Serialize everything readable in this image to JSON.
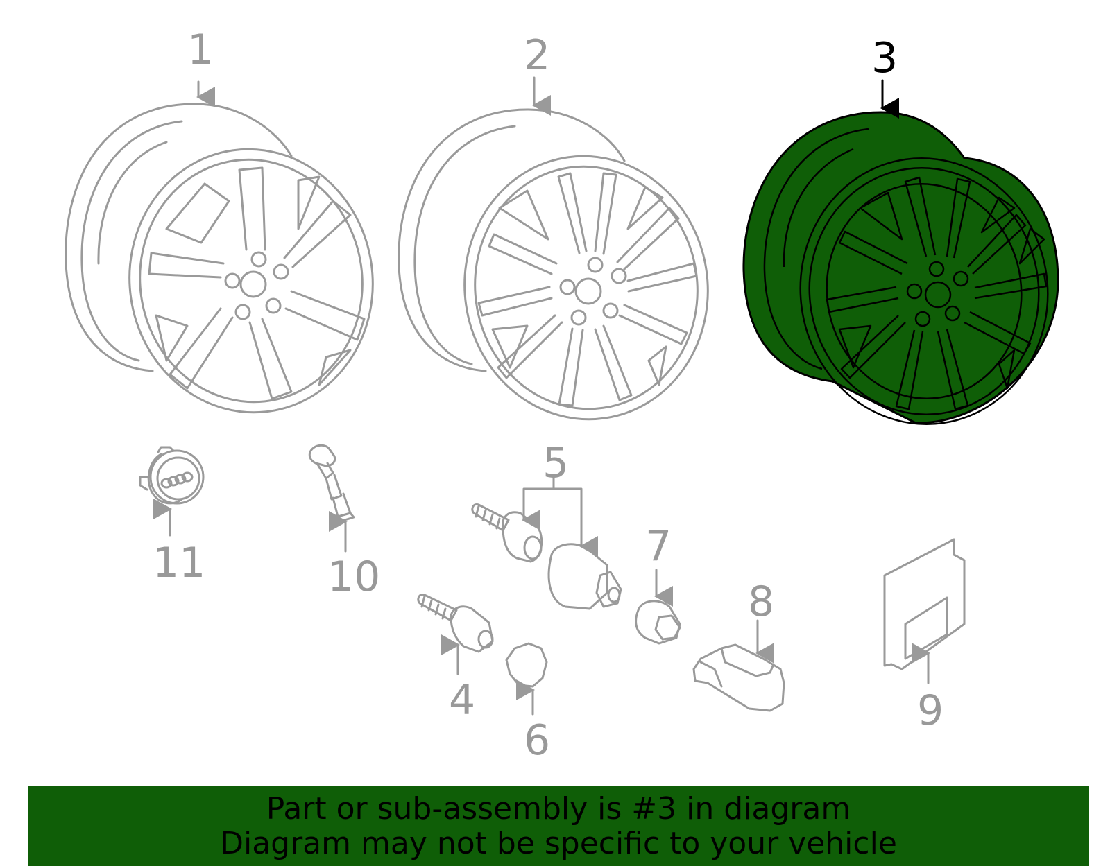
{
  "callouts": {
    "c1": "1",
    "c2": "2",
    "c3": "3",
    "c4": "4",
    "c5": "5",
    "c6": "6",
    "c7": "7",
    "c8": "8",
    "c9": "9",
    "c10": "10",
    "c11": "11"
  },
  "highlighted_part": "3",
  "banner": {
    "line1": "Part or sub-assembly is #3 in diagram",
    "line2": "Diagram may not be specific to your vehicle"
  },
  "colors": {
    "highlight_fill": "#0f5e07",
    "banner_background": "#0f5e07",
    "outline_gray": "#9a9a9a",
    "callout_gray": "#999999"
  }
}
